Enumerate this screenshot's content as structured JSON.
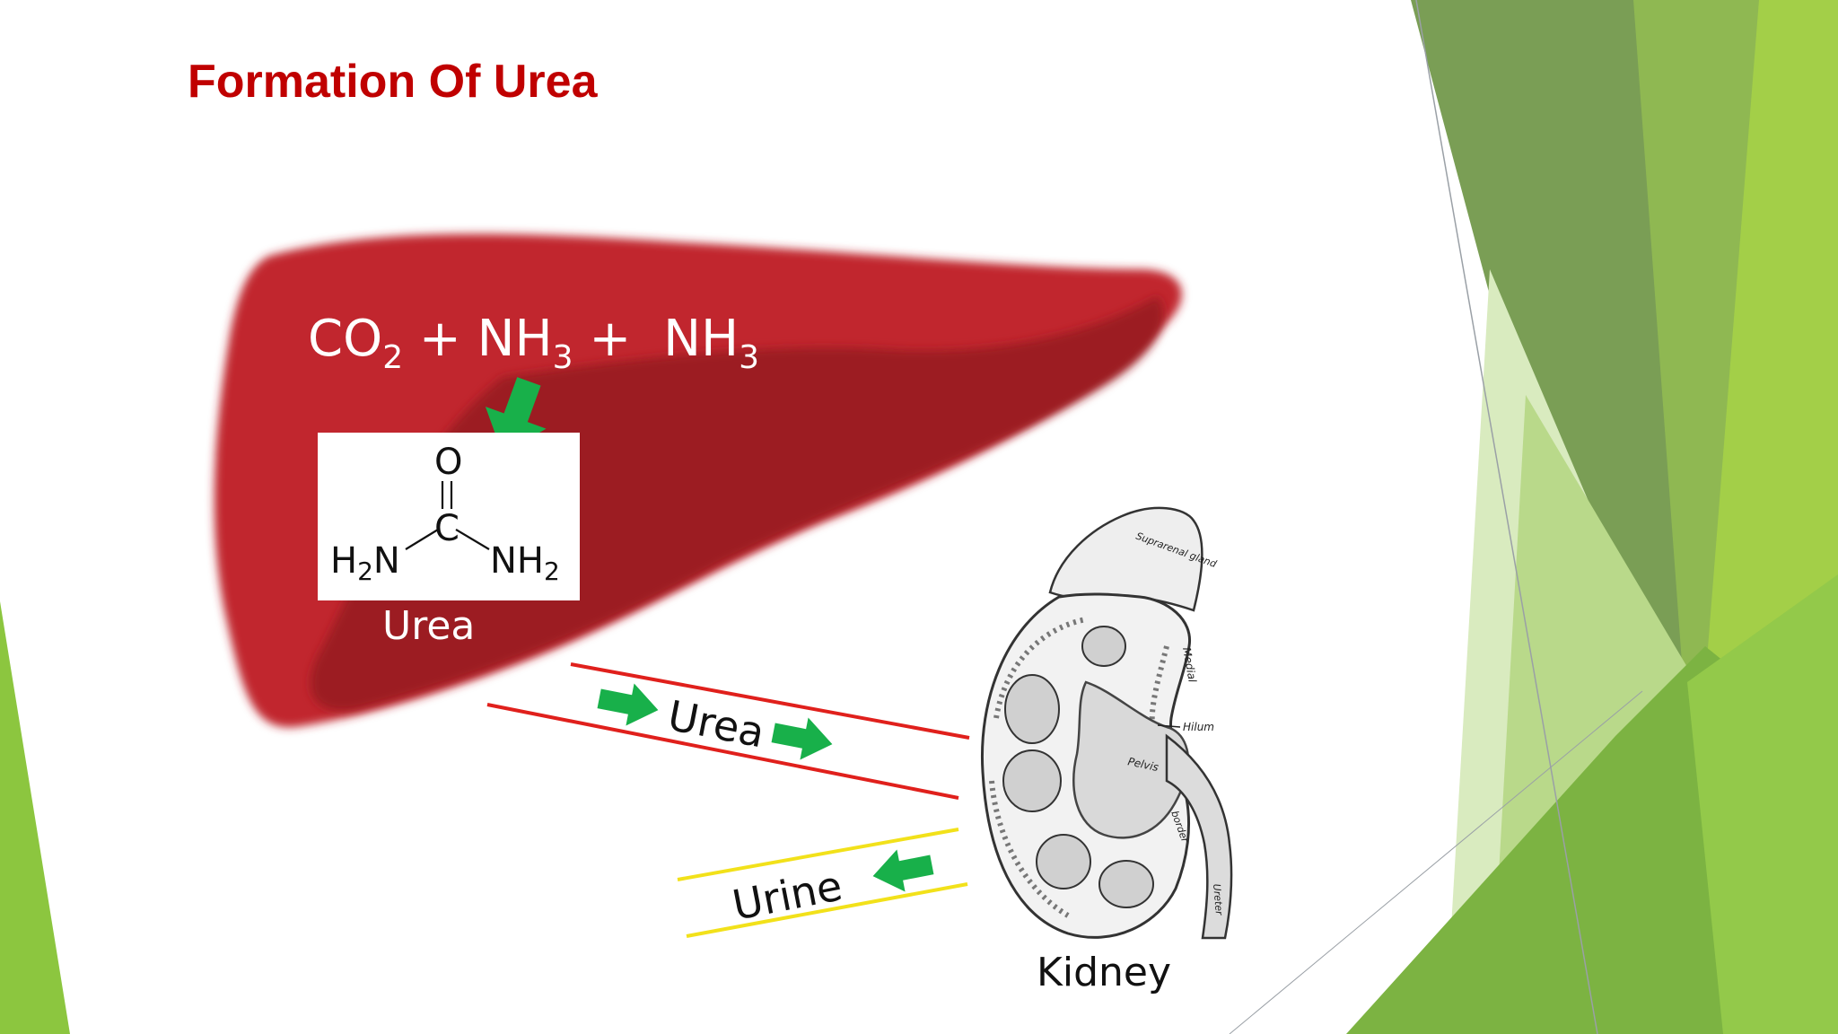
{
  "slide": {
    "title": "Formation Of Urea"
  },
  "diagram": {
    "equation": {
      "term1": "CO",
      "term1_sub": "2",
      "plus1": "+",
      "term2": "NH",
      "term2_sub": "3",
      "plus2": "+",
      "term3": "NH",
      "term3_sub": "3"
    },
    "urea_structure": {
      "oxygen": "O",
      "carbon": "C",
      "left_group": "H",
      "left_group_sub": "2",
      "left_group_tail": "N",
      "right_group": "NH",
      "right_group_sub": "2"
    },
    "urea_label": "Urea",
    "vessel_urea_label": "Urea",
    "vessel_urine_label": "Urine",
    "kidney_label": "Kidney",
    "kidney_annotations": {
      "suprarenal": "Suprarenal gland",
      "medial": "Medial",
      "hilum": "Hilum",
      "pelvis": "Pelvis",
      "border": "border",
      "ureter": "Ureter"
    }
  },
  "colors": {
    "title": "#c00000",
    "liver": "#c1272d",
    "liver_dark": "#9c1c22",
    "arrow": "#18b04a",
    "urea_vessel": "#e0201c",
    "urine_vessel": "#f2e11a",
    "green_dark": "#6fa24a",
    "green_light": "#9fcf4a"
  },
  "icons": [
    "down-arrow-icon",
    "right-arrow-icon",
    "left-arrow-icon"
  ]
}
